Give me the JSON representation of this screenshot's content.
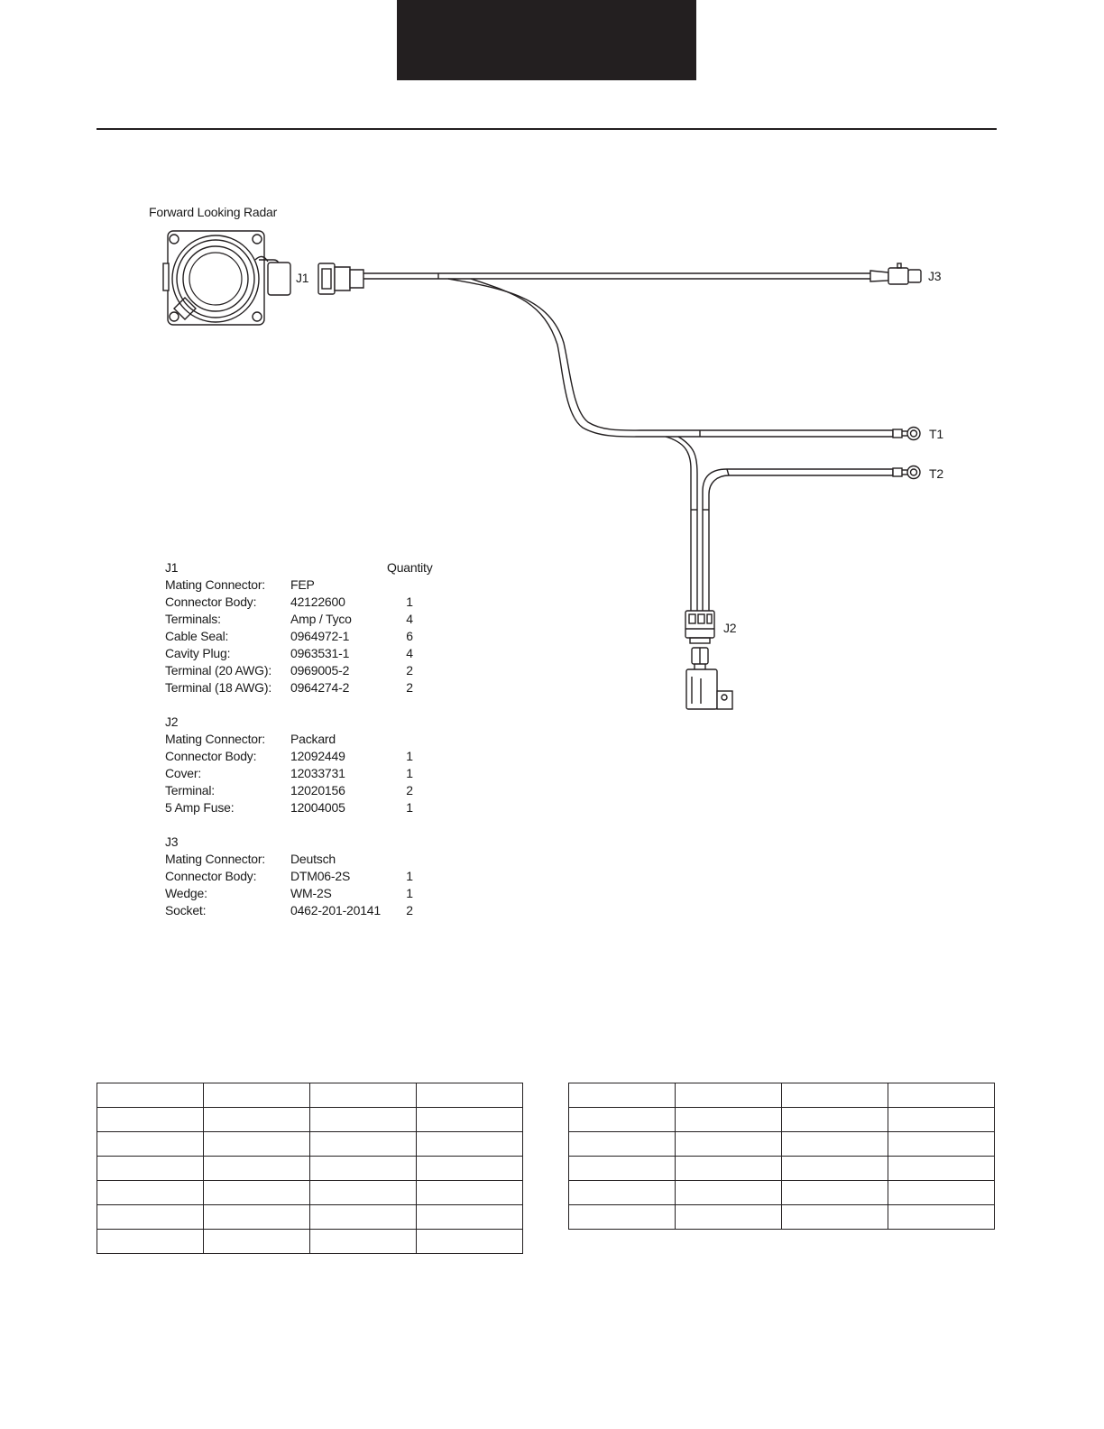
{
  "diagram": {
    "radar_label": "Forward Looking Radar",
    "connector_labels": {
      "j1": "J1",
      "j2": "J2",
      "j3": "J3",
      "t1": "T1",
      "t2": "T2"
    }
  },
  "parts_list": {
    "quantity_header": "Quantity",
    "groups": [
      {
        "name": "J1",
        "rows": [
          {
            "label": "Mating Connector:",
            "part": "FEP",
            "qty": ""
          },
          {
            "label": "Connector Body:",
            "part": "42122600",
            "qty": "1"
          },
          {
            "label": "Terminals:",
            "part": "Amp / Tyco",
            "qty": "4"
          },
          {
            "label": "Cable Seal:",
            "part": "0964972-1",
            "qty": "6"
          },
          {
            "label": "Cavity Plug:",
            "part": "0963531-1",
            "qty": "4"
          },
          {
            "label": "Terminal (20 AWG):",
            "part": "0969005-2",
            "qty": "2"
          },
          {
            "label": "Terminal (18 AWG):",
            "part": "0964274-2",
            "qty": "2"
          }
        ]
      },
      {
        "name": "J2",
        "rows": [
          {
            "label": "Mating Connector:",
            "part": "Packard",
            "qty": ""
          },
          {
            "label": "Connector Body:",
            "part": "12092449",
            "qty": "1"
          },
          {
            "label": "Cover:",
            "part": "12033731",
            "qty": "1"
          },
          {
            "label": "Terminal:",
            "part": "12020156",
            "qty": "2"
          },
          {
            "label": "5 Amp Fuse:",
            "part": "12004005",
            "qty": "1"
          }
        ]
      },
      {
        "name": "J3",
        "rows": [
          {
            "label": "Mating Connector:",
            "part": "Deutsch",
            "qty": ""
          },
          {
            "label": "Connector Body:",
            "part": "DTM06-2S",
            "qty": "1"
          },
          {
            "label": "Wedge:",
            "part": "WM-2S",
            "qty": "1"
          },
          {
            "label": "Socket:",
            "part": "0462-201-20141",
            "qty": "2"
          }
        ]
      }
    ]
  },
  "tables": {
    "left": {
      "rows": 7,
      "cols": 4
    },
    "right": {
      "rows": 6,
      "cols": 4
    }
  }
}
